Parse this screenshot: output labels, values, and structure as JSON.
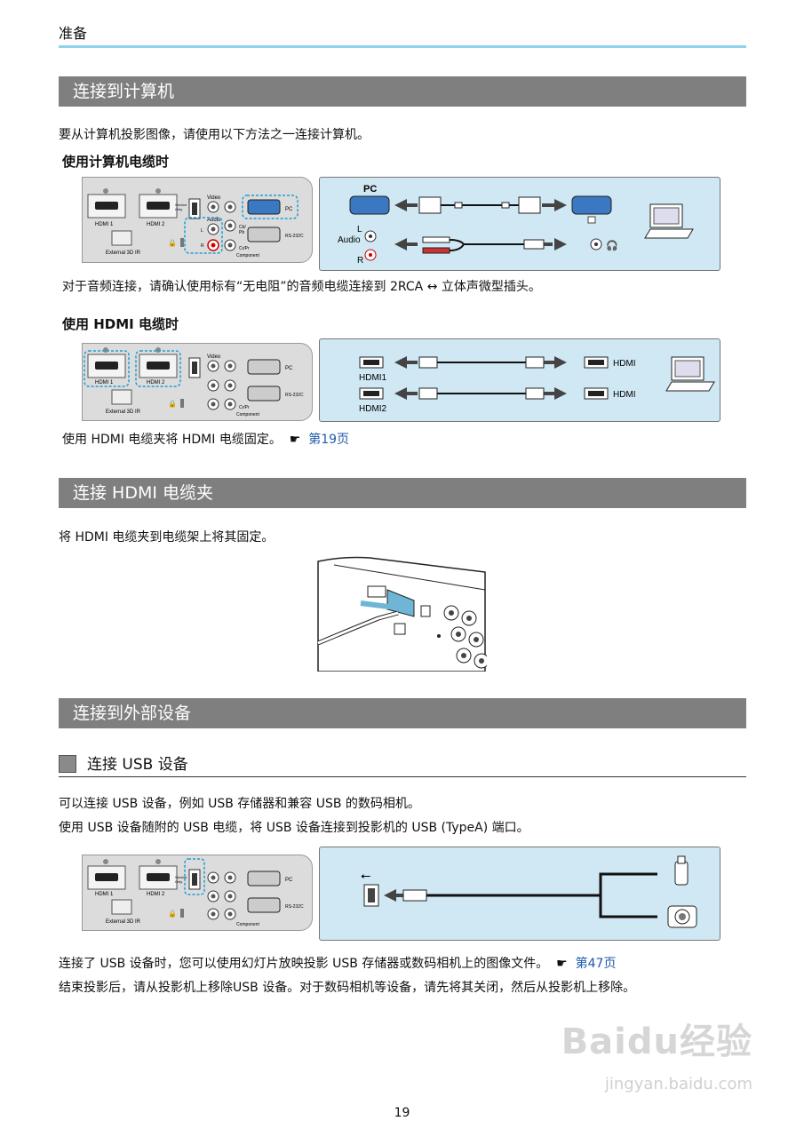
{
  "header": {
    "running_title": "准备"
  },
  "sections": {
    "computer": {
      "title": "连接到计算机",
      "intro": "要从计算机投影图像，请使用以下方法之一连接计算机。",
      "cable": {
        "subtitle": "使用计算机电缆时",
        "note": "对于音频连接，请确认使用标有“无电阻”的音频电缆连接到 2RCA ↔ 立体声微型插头。"
      },
      "hdmi": {
        "subtitle": "使用 HDMI 电缆时",
        "note": "使用 HDMI 电缆夹将 HDMI 电缆固定。",
        "link": "第19页"
      }
    },
    "clip": {
      "title": "连接 HDMI 电缆夹",
      "text": "将 HDMI 电缆夹到电缆架上将其固定。"
    },
    "external": {
      "title": "连接到外部设备",
      "usb_subtitle": "连接 USB 设备",
      "line1": "可以连接 USB 设备，例如 USB 存储器和兼容 USB 的数码相机。",
      "line2": "使用 USB 设备随附的 USB 电缆，将 USB 设备连接到投影机的 USB (TypeA) 端口。",
      "line3": "连接了 USB 设备时，您可以使用幻灯片放映投影 USB 存储器或数码相机上的图像文件。",
      "link3": "第47页",
      "line4": "结束投影后，请从投影机上移除USB 设备。对于数码相机等设备，请先将其关闭，然后从投影机上移除。"
    }
  },
  "panel_labels": {
    "hdmi1": "HDMI 1",
    "hdmi2": "HDMI 2",
    "video": "Video",
    "pc": "PC",
    "audio": "Audio",
    "l": "L",
    "r": "R",
    "cbpb": "Cb/\nPb",
    "crpr": "Cr/Pr",
    "component": "Component",
    "rs232c": "RS-232C",
    "ext3d": "External 3D IR",
    "service": "Service\nOnly"
  },
  "diagram_labels": {
    "pc": "PC",
    "audio": "Audio",
    "l": "L",
    "r": "R",
    "hdmi1": "HDMI1",
    "hdmi2": "HDMI2",
    "hdmi": "HDMI"
  },
  "watermark": {
    "brand": "Baidu经验",
    "url": "jingyan.baidu.com"
  },
  "page_number": "19",
  "colors": {
    "section_bar": "#7f7f7f",
    "header_rule": "#8fd3ea",
    "panel_blue": "#cfe8f3",
    "highlight": "#1a9fd4",
    "link": "#1e5aa8"
  }
}
